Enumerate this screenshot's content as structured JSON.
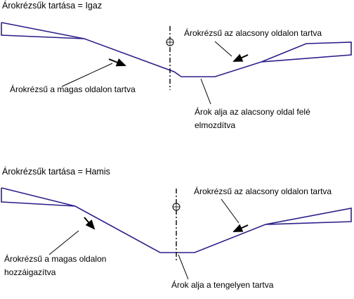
{
  "colors": {
    "profile": "#2b1f8a",
    "leader": "#000000",
    "background": "#ffffff"
  },
  "icons": [
    "centerline-target-icon",
    "direction-arrow-icon"
  ],
  "top_panel": {
    "title": "Árokrézsűk tartása = Igaz",
    "label_low_side": "Árokrézsű az alacsony oldalon tartva",
    "label_high_side": "Árokrézsű a magas oldalon tartva",
    "label_bottom_line1": "Árok alja az alacsony oldal felé",
    "label_bottom_line2": "elmozdítva"
  },
  "bottom_panel": {
    "title": "Árokrézsűk tartása = Hamis",
    "label_low_side": "Árokrézsű az alacsony oldalon tartva",
    "label_high_side_line1": "Árokrézsű a magas oldalon",
    "label_high_side_line2": "hozzáigazítva",
    "label_bottom": "Árok alja a tengelyen tartva"
  }
}
